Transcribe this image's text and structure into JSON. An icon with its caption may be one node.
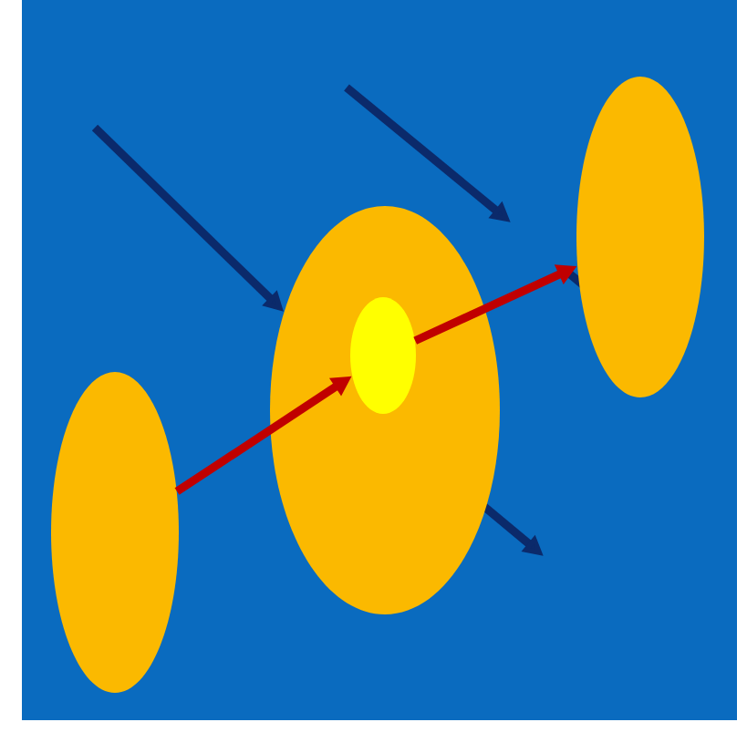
{
  "diagram": {
    "nodes": [
      {
        "text": [],
        "shape": "ellipse"
      },
      {
        "text": [],
        "shape": "ellipse"
      },
      {
        "text": [],
        "shape": "ellipse",
        "in": 1
      },
      {
        "text": [],
        "shape": "ellipse"
      }
    ],
    "edges": [
      {
        "from": 0,
        "to": 2,
        "arrow": "to",
        "color": "#c00000"
      },
      {
        "from": 2,
        "to": 3,
        "arrow": "to",
        "color": "#c00000"
      },
      {
        "from": null,
        "to": 1,
        "arrow": "to",
        "color": "#0b2a6b"
      }
    ]
  }
}
